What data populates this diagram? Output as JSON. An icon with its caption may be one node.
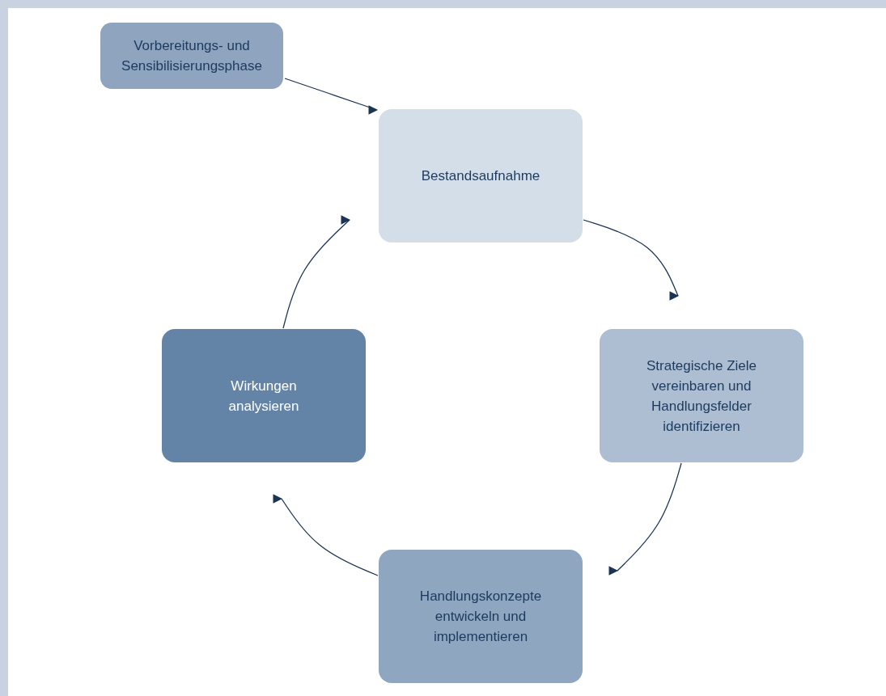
{
  "diagram": {
    "nodes": [
      {
        "text": [
          "Vorbereitungs- und Sensibilisierungsphase"
        ]
      },
      {
        "text": [
          "Bestandsaufnahme"
        ]
      },
      {
        "text": [
          "Strategische Ziele vereinbaren und Handlungsfelder identifizieren"
        ]
      },
      {
        "text": [
          "Handlungskonzepte entwickeln und implementieren"
        ]
      },
      {
        "text": [
          "Wirkungen analysieren"
        ]
      }
    ],
    "edges": [
      {
        "from": 0,
        "to": 1,
        "arrow": "to"
      },
      {
        "from": 1,
        "to": 2,
        "arrow": "to"
      },
      {
        "from": 2,
        "to": 3,
        "arrow": "to"
      },
      {
        "from": 3,
        "to": 4,
        "arrow": "to"
      },
      {
        "from": 4,
        "to": 1,
        "arrow": "to"
      }
    ]
  }
}
